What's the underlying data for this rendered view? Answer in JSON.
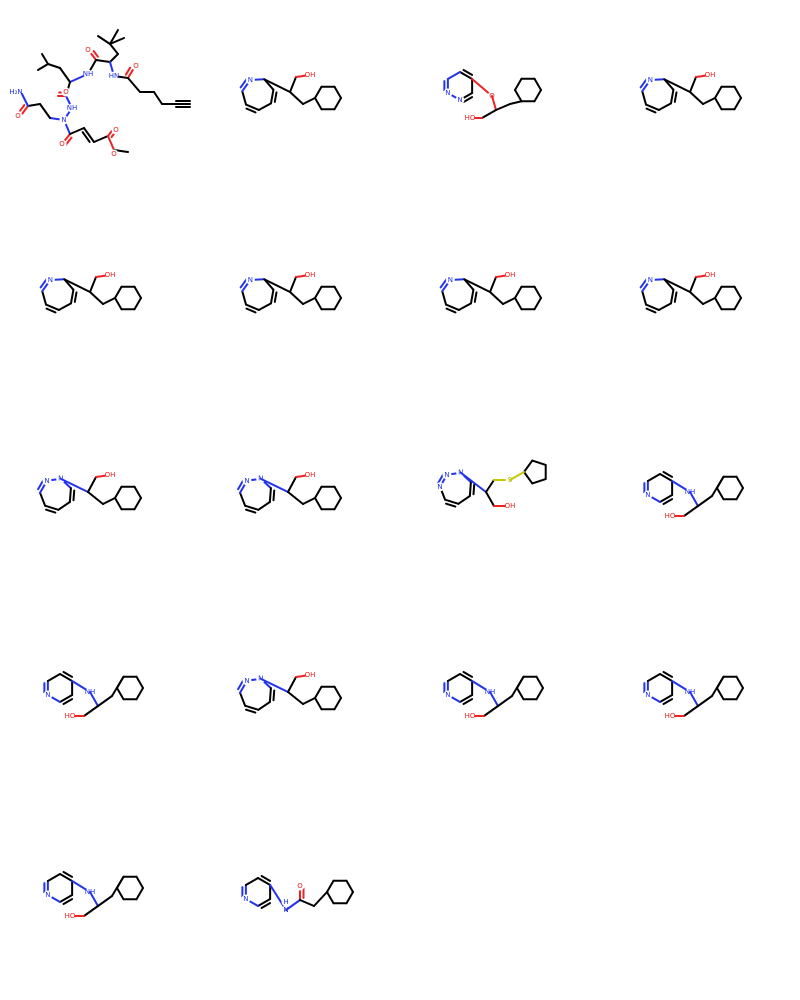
{
  "atom_colors": {
    "N": "#2233ee",
    "O": "#ee2222",
    "S": "#c8c800",
    "C": "#000000"
  },
  "molecules": [
    {
      "id": "m1",
      "kind": "peptide",
      "labels": {
        "nh2": "H₂N",
        "o_amide": "O",
        "o_co1": "O",
        "nh1": "NH",
        "o_co2": "O",
        "hn": "HN",
        "o_co3": "O",
        "nh_hydrazide": "NH",
        "n_hydrazide": "N",
        "o_co4": "O",
        "o_ester_dbl": "O",
        "o_ester": "O"
      }
    },
    {
      "id": "m2",
      "kind": "azepine_propanol",
      "labels": {
        "n": "N",
        "oh": "OH"
      }
    },
    {
      "id": "m3",
      "kind": "pyrimidine_ether",
      "labels": {
        "n1": "N",
        "n2": "N",
        "o": "O",
        "ho": "HO"
      }
    },
    {
      "id": "m4",
      "kind": "azepine_propanol",
      "labels": {
        "n": "N",
        "oh": "OH"
      }
    },
    {
      "id": "m5",
      "kind": "azepine_propanol",
      "labels": {
        "n": "N",
        "oh": "OH"
      }
    },
    {
      "id": "m6",
      "kind": "azepine_propanol",
      "labels": {
        "n": "N",
        "oh": "OH"
      }
    },
    {
      "id": "m7",
      "kind": "azepine_propanol",
      "labels": {
        "n": "N",
        "oh": "OH"
      }
    },
    {
      "id": "m8",
      "kind": "azepine_propanol",
      "labels": {
        "n": "N",
        "oh": "OH"
      }
    },
    {
      "id": "m9",
      "kind": "diazepine_propanol",
      "labels": {
        "n1": "N",
        "n2": "N",
        "oh": "OH"
      }
    },
    {
      "id": "m10",
      "kind": "diazepine_propanol",
      "labels": {
        "n1": "N",
        "n2": "N",
        "oh": "OH"
      }
    },
    {
      "id": "m11",
      "kind": "triazepine_thioether",
      "labels": {
        "n1": "N",
        "n2": "N",
        "n3": "N",
        "s": "S",
        "oh": "OH"
      }
    },
    {
      "id": "m12",
      "kind": "pyridylamino_propanol",
      "labels": {
        "n": "N",
        "nh": "NH",
        "ho": "HO"
      }
    },
    {
      "id": "m13",
      "kind": "pyridylamino_propanol",
      "labels": {
        "n": "N",
        "nh": "NH",
        "ho": "HO"
      }
    },
    {
      "id": "m14",
      "kind": "diazepine_propanol",
      "labels": {
        "n1": "N",
        "n2": "N",
        "oh": "OH"
      }
    },
    {
      "id": "m15",
      "kind": "pyridylamino_propanol",
      "labels": {
        "n": "N",
        "nh": "NH",
        "ho": "HO"
      }
    },
    {
      "id": "m16",
      "kind": "pyridylamino_propanol",
      "labels": {
        "n": "N",
        "nh": "NH",
        "ho": "HO"
      }
    },
    {
      "id": "m17",
      "kind": "pyridylamino_propanol",
      "labels": {
        "n": "N",
        "nh": "NH",
        "ho": "HO"
      }
    },
    {
      "id": "m18",
      "kind": "pyridyl_acetamide",
      "labels": {
        "n": "N",
        "h_n": "H",
        "n_amide": "N",
        "o": "O"
      }
    }
  ]
}
